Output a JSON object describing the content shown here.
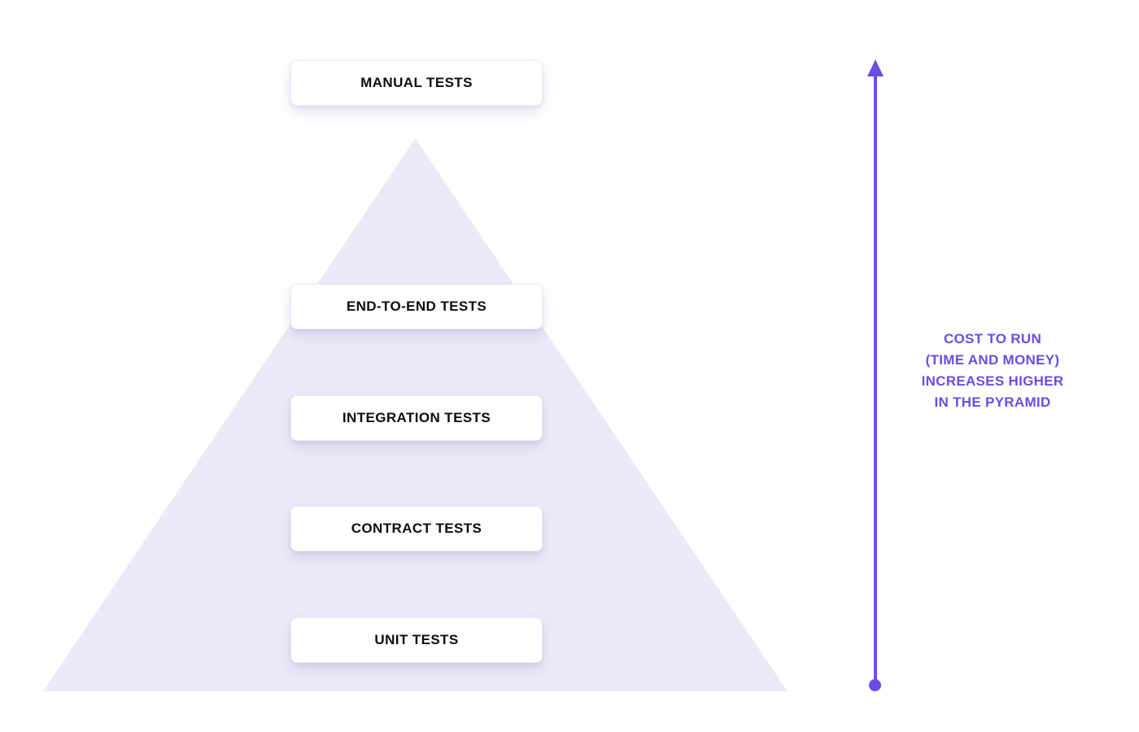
{
  "diagram": {
    "title_implicit": "Testing pyramid",
    "pyramid": {
      "fill_color": "#ECEAF8",
      "levels": [
        {
          "label": "MANUAL TESTS"
        },
        {
          "label": "END-TO-END TESTS"
        },
        {
          "label": "INTEGRATION TESTS"
        },
        {
          "label": "CONTRACT TESTS"
        },
        {
          "label": "UNIT TESTS"
        }
      ]
    },
    "cost_axis": {
      "accent_color": "#6C4CE4",
      "direction": "up",
      "caption_lines": [
        "COST TO RUN",
        "(TIME AND MONEY)",
        "INCREASES HIGHER",
        "IN THE PYRAMID"
      ]
    }
  }
}
